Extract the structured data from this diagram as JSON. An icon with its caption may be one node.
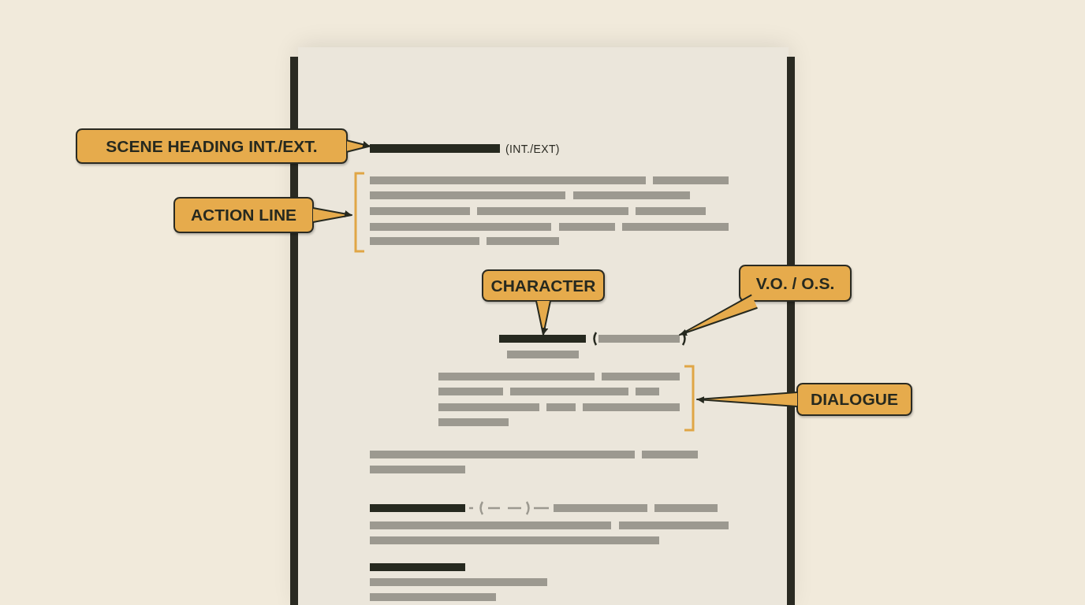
{
  "diagram": {
    "nodes": [
      {
        "text": [
          "SCENE HEADING INT./EXT."
        ]
      },
      {
        "text": [],
        "shape": "bar",
        "beside": [
          "(INT./EXT)"
        ]
      },
      {
        "text": [
          "ACTION LINE"
        ]
      },
      {
        "text": [],
        "shape": "bracket"
      },
      {
        "text": [
          "CHARACTER"
        ]
      },
      {
        "text": [
          "V.O. / O.S."
        ]
      },
      {
        "text": [],
        "shape": "bar"
      },
      {
        "text": [],
        "shape": "bar"
      },
      {
        "text": [
          "DIALOGUE"
        ]
      },
      {
        "text": [],
        "shape": "bracket"
      }
    ],
    "edges": [
      {
        "from": 0,
        "to": 1,
        "arrow": "to"
      },
      {
        "from": 2,
        "to": 3,
        "arrow": "to"
      },
      {
        "from": 4,
        "to": 6,
        "arrow": "to"
      },
      {
        "from": 5,
        "to": 7,
        "arrow": "to"
      },
      {
        "from": 8,
        "to": 9,
        "arrow": "to"
      }
    ]
  }
}
